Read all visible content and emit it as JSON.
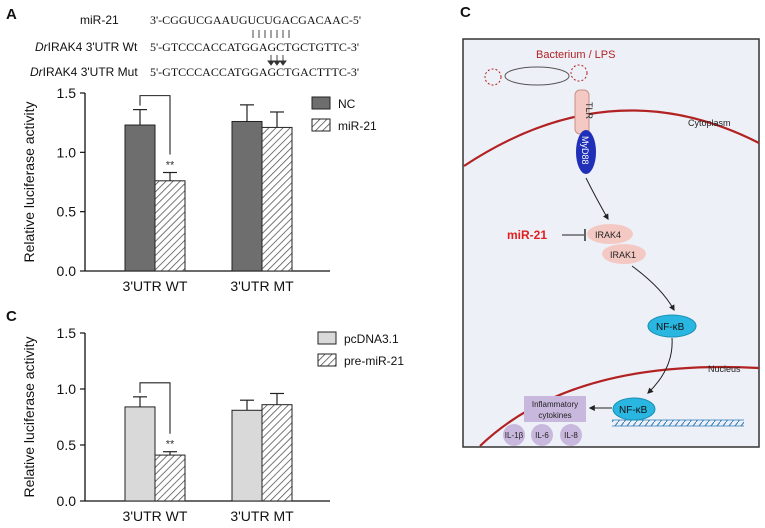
{
  "panels": {
    "a_letter": "A",
    "c_letter_left": "C",
    "c_letter_right": "C"
  },
  "sequences": {
    "mir_label": "miR-21",
    "mir_seq": "3'-CGGUCGAAUGUCUGACGACAAC-5'",
    "wt_label_italic": "Dr",
    "wt_label_rest": "IRAK4 3'UTR Wt",
    "wt_seq": "5'-GTCCCACCATGGAGCTGCTGTTC-3'",
    "mut_label_italic": "Dr",
    "mut_label_rest": "IRAK4 3'UTR Mut",
    "mut_seq": "5'-GTCCCACCATGGAGCTGACTTTC-3'"
  },
  "chart_data": [
    {
      "type": "bar",
      "ylabel": "Relative luciferase activity",
      "ylim": [
        0,
        1.5
      ],
      "yticks": [
        "0.0",
        "0.5",
        "1.0",
        "1.5"
      ],
      "categories": [
        "3'UTR WT",
        "3'UTR MT"
      ],
      "series": [
        {
          "name": "NC",
          "values": [
            1.23,
            1.26
          ],
          "errors": [
            0.13,
            0.14
          ],
          "color": "#6e6e6e",
          "pattern": "solid"
        },
        {
          "name": "miR-21",
          "values": [
            0.76,
            1.21
          ],
          "errors": [
            0.07,
            0.13
          ],
          "color": "#ffffff",
          "pattern": "hatch"
        }
      ],
      "annotations": [
        {
          "text": "**",
          "category": 0,
          "series": 1
        }
      ]
    },
    {
      "type": "bar",
      "ylabel": "Relative luciferase activity",
      "ylim": [
        0,
        1.5
      ],
      "yticks": [
        "0.0",
        "0.5",
        "1.0",
        "1.5"
      ],
      "categories": [
        "3'UTR WT",
        "3'UTR MT"
      ],
      "series": [
        {
          "name": "pcDNA3.1",
          "values": [
            0.84,
            0.81
          ],
          "errors": [
            0.09,
            0.09
          ],
          "color": "#d9d9d9",
          "pattern": "solid"
        },
        {
          "name": "pre-miR-21",
          "values": [
            0.41,
            0.86
          ],
          "errors": [
            0.03,
            0.1
          ],
          "color": "#ffffff",
          "pattern": "hatch"
        }
      ],
      "annotations": [
        {
          "text": "**",
          "category": 0,
          "series": 1
        }
      ]
    }
  ],
  "diagram": {
    "bacterium_label": "Bacterium / LPS",
    "tlr_label": "TLR",
    "myd88_label": "MyD88",
    "cytoplasm_label": "Cytoplasm",
    "mir21_label": "miR-21",
    "irak4_label": "IRAK4",
    "irak1_label": "IRAK1",
    "nfkb_cyto_label": "NF-κB",
    "nucleus_label": "Nucleus",
    "nfkb_nuc_label": "NF-κB",
    "cytokines_label_line1": "Inflammatory",
    "cytokines_label_line2": "cytokines",
    "il1b_label": "IL-1β",
    "il6_label": "IL-6",
    "il8_label": "IL-8",
    "colors": {
      "membrane": "#b22222",
      "mir21": "#e02020",
      "myd88": "#1f2fb8",
      "nfkb": "#29b6e0",
      "irak": "#f4c9c4",
      "cytokine": "#c9b8dd",
      "background": "#eef0f8"
    }
  }
}
